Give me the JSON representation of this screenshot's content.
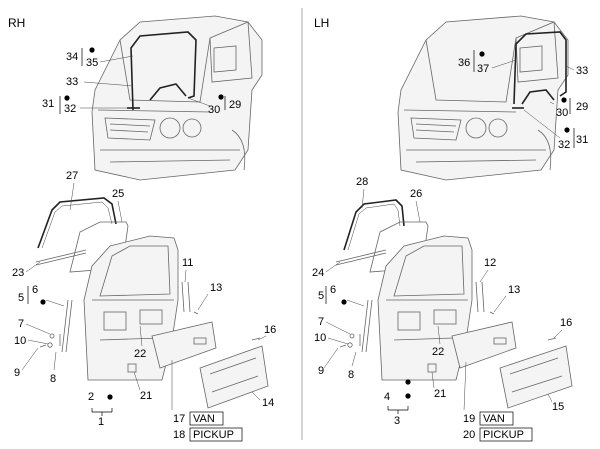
{
  "sides": {
    "right": "RH",
    "left": "LH"
  },
  "rh": {
    "cab": {
      "l34": "34",
      "l35": "35",
      "l33": "33",
      "l31": "31",
      "l32": "32",
      "l30": "30",
      "l29": "29"
    },
    "door": {
      "l27": "27",
      "l25": "25",
      "l23": "23",
      "l5": "5",
      "l6": "6",
      "l7": "7",
      "l10": "10",
      "l9": "9",
      "l8": "8",
      "l11": "11",
      "l13": "13",
      "l16": "16",
      "l22": "22",
      "l2": "2",
      "l1": "1",
      "l21": "21",
      "l14": "14"
    },
    "panel_van_num": "17",
    "panel_van_label": "VAN",
    "panel_pickup_num": "18",
    "panel_pickup_label": "PICKUP"
  },
  "lh": {
    "cab": {
      "l36": "36",
      "l37": "37",
      "l33": "33",
      "l30": "30",
      "l29": "29",
      "l32": "32",
      "l31": "31"
    },
    "door": {
      "l28": "28",
      "l26": "26",
      "l24": "24",
      "l5": "5",
      "l6": "6",
      "l7": "7",
      "l10": "10",
      "l9": "9",
      "l8": "8",
      "l12": "12",
      "l13": "13",
      "l16": "16",
      "l22": "22",
      "l4": "4",
      "l3": "3",
      "l21": "21",
      "l15": "15"
    },
    "panel_van_num": "19",
    "panel_van_label": "VAN",
    "panel_pickup_num": "20",
    "panel_pickup_label": "PICKUP"
  }
}
